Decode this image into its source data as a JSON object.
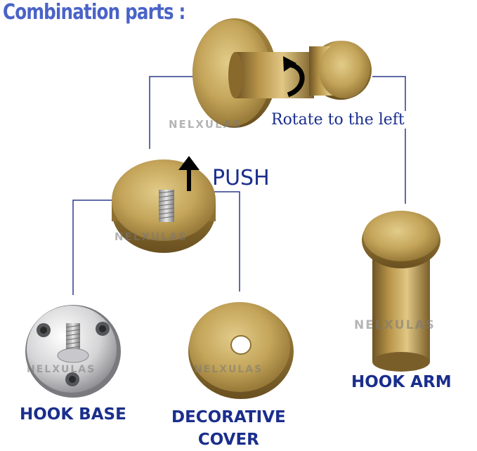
{
  "title": "Combination parts :",
  "labels": {
    "hook_base": "HOOK BASE",
    "decorative_cover_line1": "DECORATIVE",
    "decorative_cover_line2": "COVER",
    "hook_arm": "HOOK ARM"
  },
  "annotations": {
    "push": "PUSH",
    "rotate": "Rotate to the left"
  },
  "watermark": "NELXULAS",
  "icons": {
    "push_arrow": "up-arrow-icon",
    "rotate_arrow": "rotate-left-arrow-icon"
  },
  "colors": {
    "title": "#4a63c8",
    "label": "#1a2e8c",
    "connector": "#2b3a8c",
    "brass": "#b8954a"
  }
}
